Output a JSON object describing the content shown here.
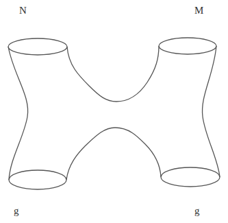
{
  "diagram": {
    "labels": [
      "N",
      "M",
      "g",
      "g"
    ]
  }
}
